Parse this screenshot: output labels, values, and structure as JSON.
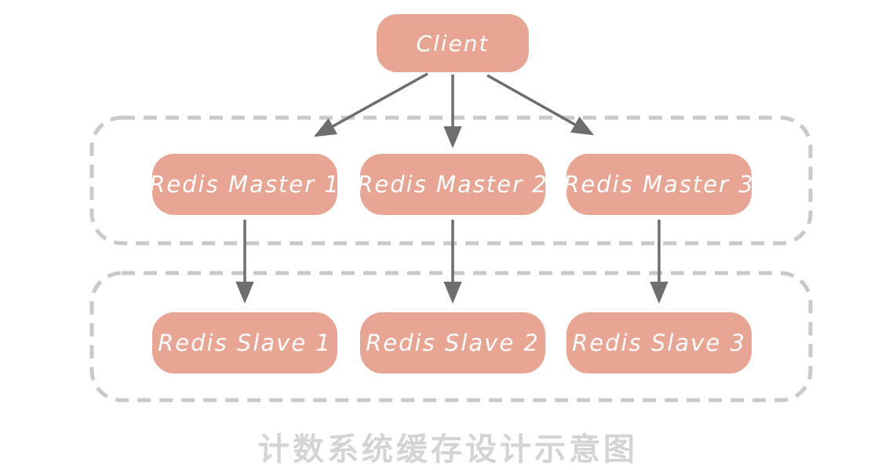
{
  "diagram": {
    "caption": "计数系统缓存设计示意图",
    "client": {
      "label": "Client"
    },
    "masters": [
      {
        "label": "Redis Master 1"
      },
      {
        "label": "Redis Master 2"
      },
      {
        "label": "Redis Master 3"
      }
    ],
    "slaves": [
      {
        "label": "Redis Slave 1"
      },
      {
        "label": "Redis Slave 2"
      },
      {
        "label": "Redis Slave 3"
      }
    ],
    "edges": [
      {
        "from": "client",
        "to": "redis-master-1"
      },
      {
        "from": "client",
        "to": "redis-master-2"
      },
      {
        "from": "client",
        "to": "redis-master-3"
      },
      {
        "from": "redis-master-1",
        "to": "redis-slave-1"
      },
      {
        "from": "redis-master-2",
        "to": "redis-slave-2"
      },
      {
        "from": "redis-master-3",
        "to": "redis-slave-3"
      }
    ]
  },
  "colors": {
    "background": "#ffffff",
    "node_fill": "#e9a594",
    "node_text": "#ffffff",
    "arrow": "#6e6e6e",
    "dashed_border": "#c9c9c9",
    "caption_text": "#d4d4d4"
  }
}
